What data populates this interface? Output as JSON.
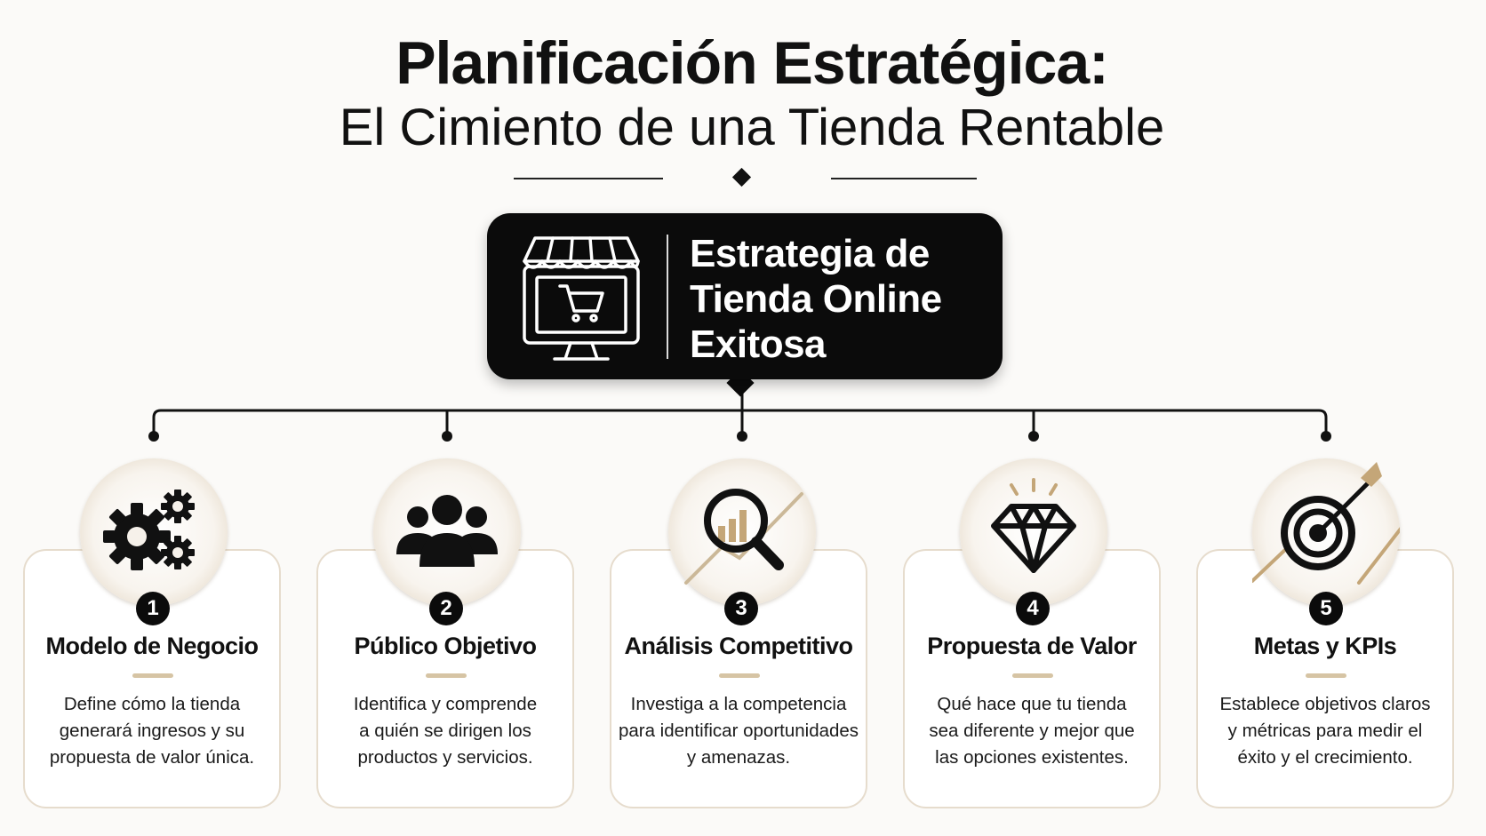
{
  "header": {
    "title": "Planificación Estratégica:",
    "subtitle": "El Cimiento de una Tienda Rentable"
  },
  "hub": {
    "icon": "online-store-monitor-icon",
    "lines": [
      "Estrategia de",
      "Tienda Online",
      "Exitosa"
    ]
  },
  "colors": {
    "background": "#fbfaf8",
    "dark": "#0b0b0b",
    "gold_accent": "#d6c4a4",
    "card_border": "#e6dccd"
  },
  "steps": [
    {
      "number": "1",
      "icon": "gears-icon",
      "title": "Modelo de Negocio",
      "description": [
        "Define cómo la tienda",
        "generará ingresos y su",
        "propuesta de valor única."
      ]
    },
    {
      "number": "2",
      "icon": "people-group-icon",
      "title": "Público Objetivo",
      "description": [
        "Identifica y comprende",
        "a quién se dirigen los",
        "productos y servicios."
      ]
    },
    {
      "number": "3",
      "icon": "magnifier-chart-icon",
      "title": "Análisis Competitivo",
      "description": [
        "Investiga a la competencia",
        "para identificar oportunidades",
        "y amenazas."
      ]
    },
    {
      "number": "4",
      "icon": "diamond-icon",
      "title": "Propuesta de Valor",
      "description": [
        "Qué hace que tu tienda",
        "sea diferente y mejor que",
        "las opciones existentes."
      ]
    },
    {
      "number": "5",
      "icon": "target-arrow-icon",
      "title": "Metas y KPIs",
      "description": [
        "Establece objetivos claros",
        "y métricas para medir el",
        "éxito y el crecimiento."
      ]
    }
  ]
}
